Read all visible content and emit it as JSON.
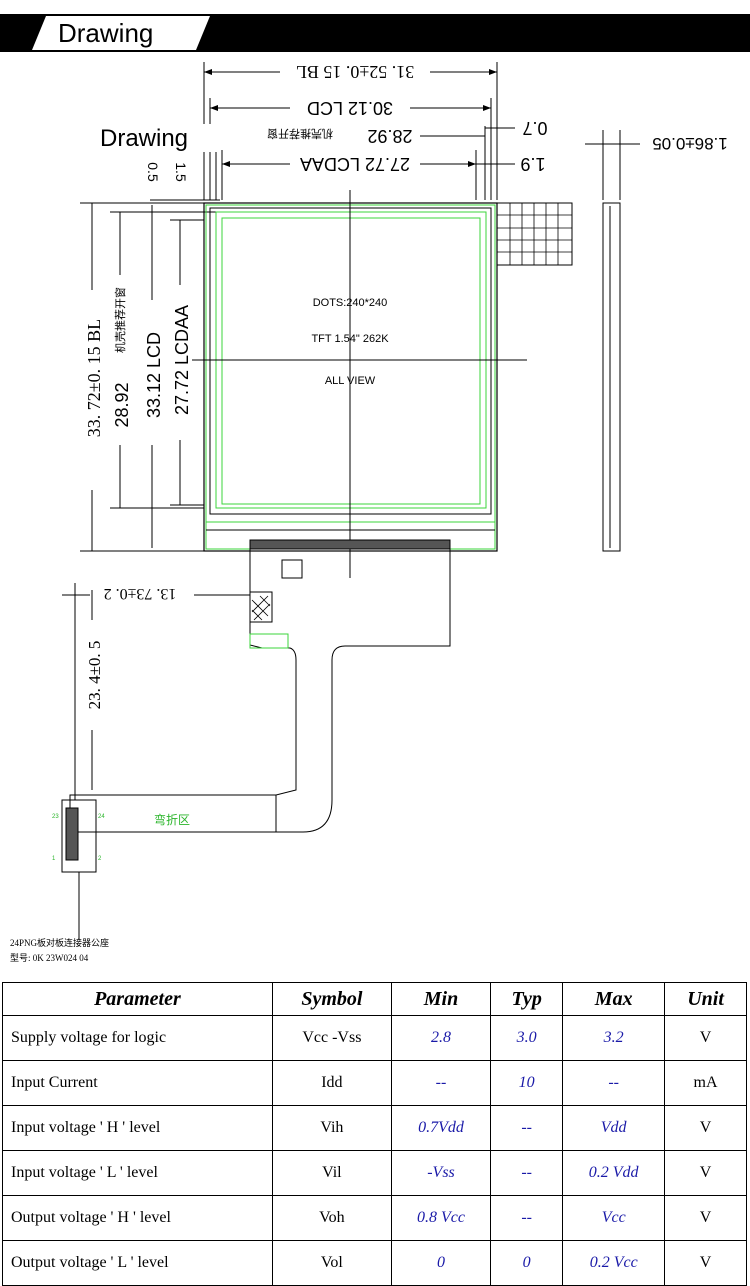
{
  "header": {
    "title": "Drawing"
  },
  "drawing": {
    "overlay_label": "Drawing",
    "top_dims": {
      "bl": "31. 52±0. 15 BL",
      "lcd": "30.12 LCD",
      "window": "28.92",
      "window_cn": "机壳推荐开窗",
      "lcdaa": "27.72 LCDAA",
      "right_07": "0.7",
      "right_19": "1.9",
      "left_05": "0.5",
      "left_15": "1.5"
    },
    "side_dims": {
      "bl": "33. 72±0. 15  BL",
      "window": "28.92",
      "window_cn": "机壳推荐开窗",
      "lcd": "33.12  LCD",
      "lcdaa": "27.72  LCDAA"
    },
    "thickness": "1.86±0.05",
    "fpc_offset": "13. 73±0. 2",
    "fpc_length": "23. 4±0. 5",
    "center_text": {
      "dots": "DOTS:240*240",
      "tft": "TFT 1.54\" 262K",
      "view": "ALL VIEW"
    },
    "bend_zone": "弯折区",
    "pin_1": "1",
    "pin_2": "2",
    "pin_23": "23",
    "pin_24": "24",
    "connector_note": "24PNG板对板连接器公座",
    "model_note": "型号: 0K 23W024 04"
  },
  "table": {
    "headers": [
      "Parameter",
      "Symbol",
      "Min",
      "Typ",
      "Max",
      "Unit"
    ],
    "rows": [
      {
        "parameter": "Supply voltage for logic",
        "symbol": "Vcc -Vss",
        "min": "2.8",
        "typ": "3.0",
        "max": "3.2",
        "unit": "V"
      },
      {
        "parameter": "Input Current",
        "symbol": "Idd",
        "min": "--",
        "typ": "10",
        "max": "--",
        "unit": "mA"
      },
      {
        "parameter": "Input voltage ' H ' level",
        "symbol": "Vih",
        "min": "0.7Vdd",
        "typ": "--",
        "max": "Vdd",
        "unit": "V"
      },
      {
        "parameter": "Input voltage ' L ' level",
        "symbol": "Vil",
        "min": "-Vss",
        "typ": "--",
        "max": "0.2 Vdd",
        "unit": "V"
      },
      {
        "parameter": "Output voltage ' H ' level",
        "symbol": "Voh",
        "min": "0.8 Vcc",
        "typ": "--",
        "max": "Vcc",
        "unit": "V"
      },
      {
        "parameter": "Output voltage ' L ' level",
        "symbol": "Vol",
        "min": "0",
        "typ": "0",
        "max": "0.2 Vcc",
        "unit": "V"
      }
    ]
  }
}
